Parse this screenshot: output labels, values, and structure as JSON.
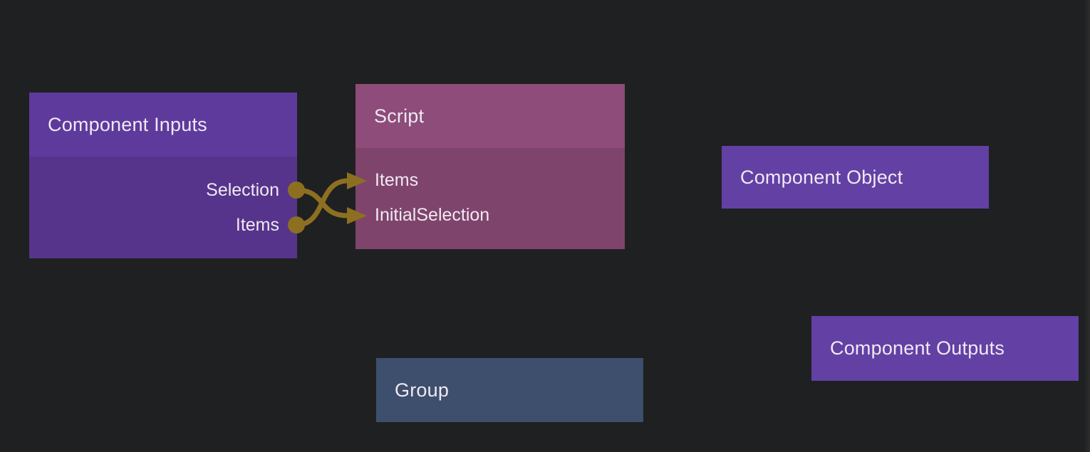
{
  "colors": {
    "background": "#1f2021",
    "text": "#efe9f3",
    "purple_header": "#5e3a9d",
    "purple_body": "#56348b",
    "purple_solo": "#6340a4",
    "script_header": "#8d4c79",
    "script_body": "#7f446c",
    "group_fill": "#3d4f6c",
    "wire": "#8d6f22"
  },
  "nodes": {
    "component_inputs": {
      "title": "Component Inputs",
      "ports": {
        "selection": "Selection",
        "items": "Items"
      }
    },
    "script": {
      "title": "Script",
      "ports": {
        "items": "Items",
        "initial_selection": "InitialSelection"
      }
    },
    "component_object": {
      "title": "Component Object"
    },
    "component_outputs": {
      "title": "Component Outputs"
    },
    "group": {
      "title": "Group"
    }
  },
  "connections": [
    {
      "from": "Component Inputs.Selection",
      "to": "Script.InitialSelection"
    },
    {
      "from": "Component Inputs.Items",
      "to": "Script.Items"
    }
  ]
}
